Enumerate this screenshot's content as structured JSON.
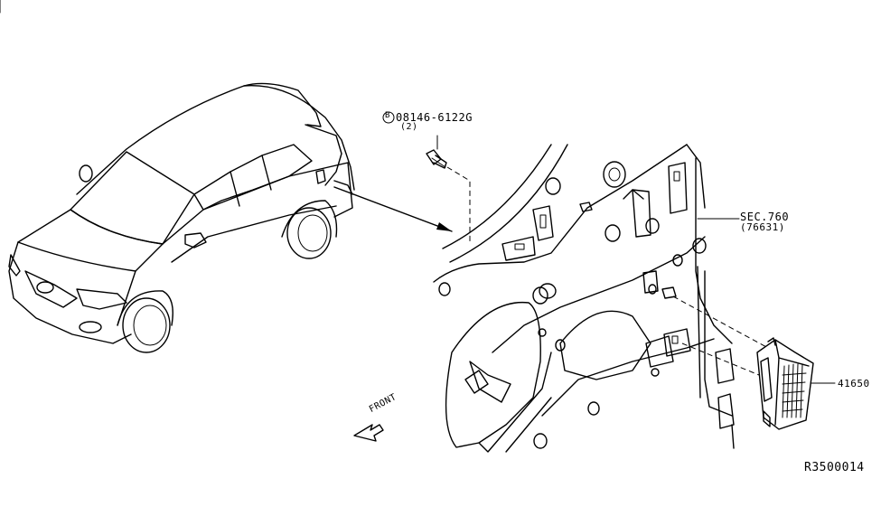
{
  "labels": {
    "bolt_part": "08146-6122G",
    "bolt_qty": "(2)",
    "bolt_marker": "B",
    "sec_ref": "SEC.760",
    "sec_sub": "(76631)",
    "module_part": "41650",
    "front": "FRONT",
    "diagram_id": "R3500014"
  }
}
